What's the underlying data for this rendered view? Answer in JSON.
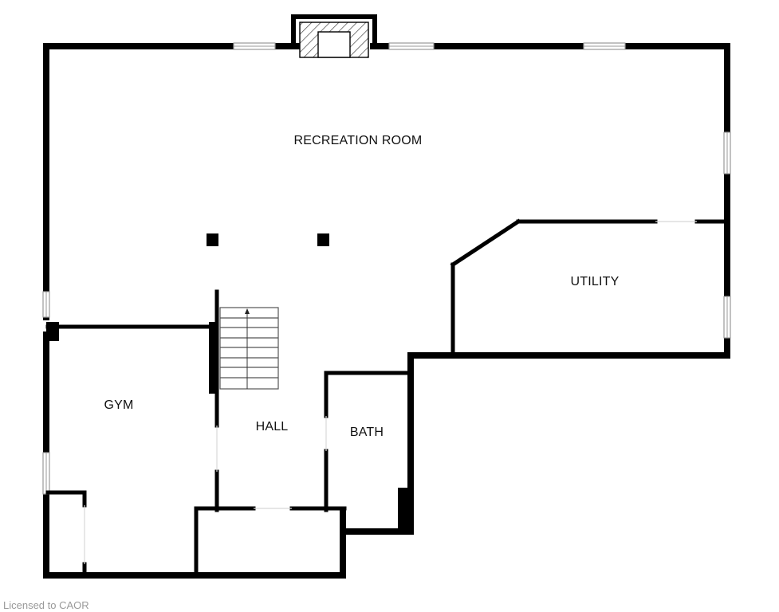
{
  "colors": {
    "wall": "#000000",
    "window_frame": "#9a9a9a",
    "stair_line": "#555555",
    "hatch": "#444444",
    "background": "#ffffff"
  },
  "rooms": {
    "recreation": "RECREATION ROOM",
    "utility": "UTILITY",
    "gym": "GYM",
    "hall": "HALL",
    "bath": "BATH"
  },
  "footer": {
    "license": "Licensed to CAOR"
  }
}
